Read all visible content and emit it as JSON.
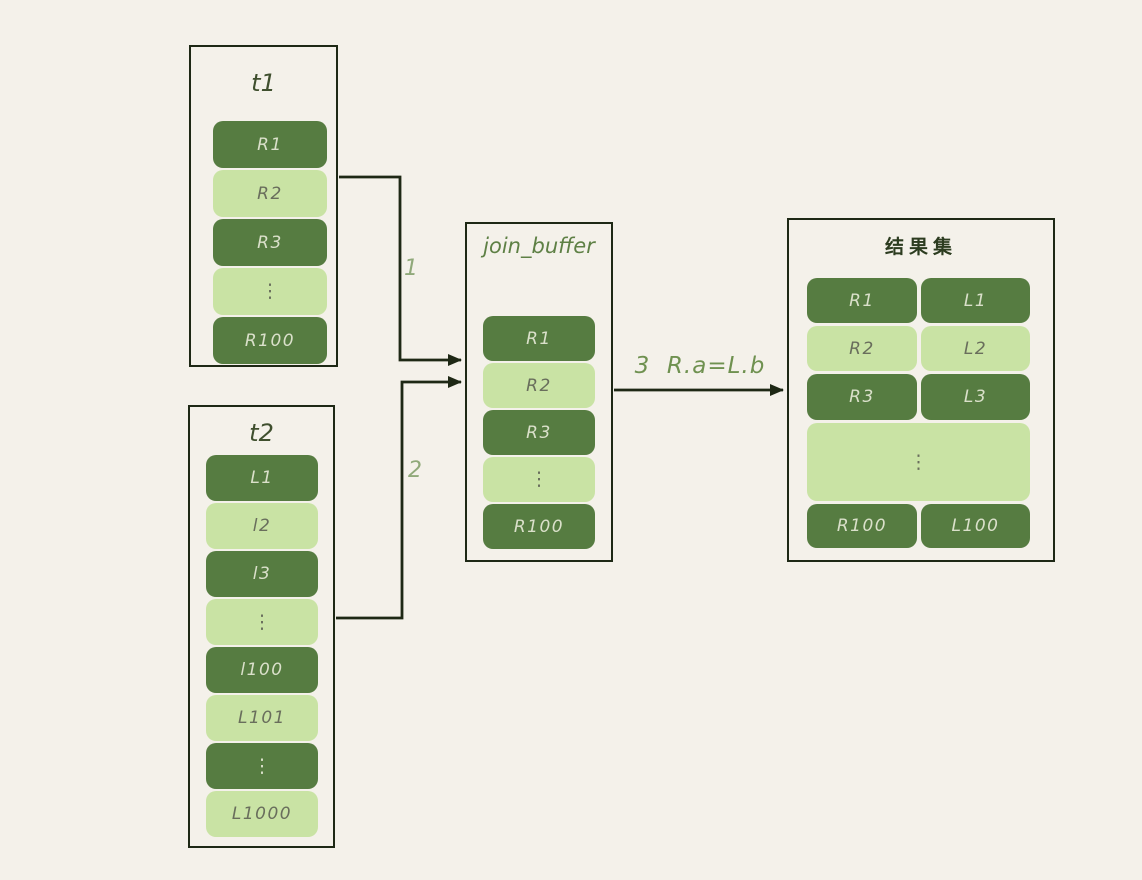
{
  "colors": {
    "background": "#f4f1ea",
    "line": "#1e2815",
    "dark_pill": "#567c41",
    "light_pill": "#c9e3a4",
    "dark_pill_text": "#dae0ca",
    "light_pill_text": "#696e5c"
  },
  "t1": {
    "title": "t1",
    "rows": [
      {
        "label": "R1",
        "variant": "dark"
      },
      {
        "label": "R2",
        "variant": "light"
      },
      {
        "label": "R3",
        "variant": "dark"
      },
      {
        "label": "⋮",
        "variant": "light"
      },
      {
        "label": "R100",
        "variant": "dark"
      }
    ]
  },
  "t2": {
    "title": "t2",
    "rows": [
      {
        "label": "L1",
        "variant": "dark"
      },
      {
        "label": "l2",
        "variant": "light"
      },
      {
        "label": "l3",
        "variant": "dark"
      },
      {
        "label": "⋮",
        "variant": "light"
      },
      {
        "label": "l100",
        "variant": "dark"
      },
      {
        "label": "L101",
        "variant": "light"
      },
      {
        "label": "⋮",
        "variant": "dark"
      },
      {
        "label": "L1000",
        "variant": "light"
      }
    ]
  },
  "join_buffer": {
    "title": "join_buffer",
    "rows": [
      {
        "label": "R1",
        "variant": "dark"
      },
      {
        "label": "R2",
        "variant": "light"
      },
      {
        "label": "R3",
        "variant": "dark"
      },
      {
        "label": "⋮",
        "variant": "light"
      },
      {
        "label": "R100",
        "variant": "dark"
      }
    ]
  },
  "result": {
    "title": "结果集",
    "rows": [
      {
        "left": "R1",
        "right": "L1",
        "variant": "dark"
      },
      {
        "left": "R2",
        "right": "L2",
        "variant": "light"
      },
      {
        "left": "R3",
        "right": "L3",
        "variant": "dark"
      },
      {
        "label": "⋮",
        "variant": "light",
        "span": true
      },
      {
        "left": "R100",
        "right": "L100",
        "variant": "dark"
      }
    ]
  },
  "arrows": {
    "step1": "1",
    "step2": "2",
    "step3": "3  R.a=L.b"
  }
}
